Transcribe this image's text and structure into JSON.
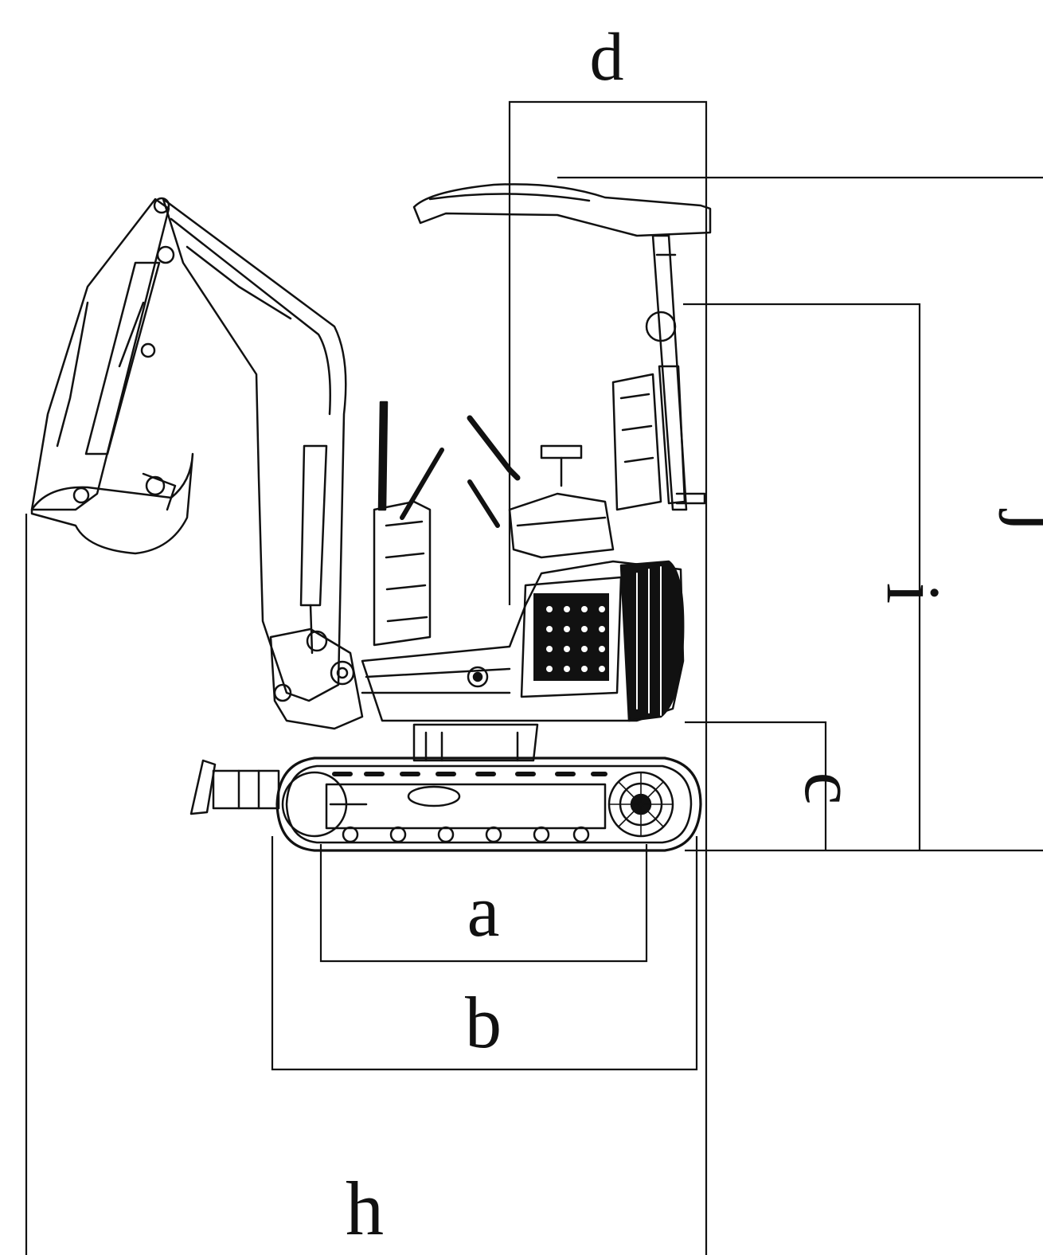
{
  "diagram": {
    "line_color": "#111111",
    "fill_color": "#ffffff",
    "subject_icon": "mini-excavator-side-elevation",
    "labels": {
      "a": "a",
      "b": "b",
      "c": "c",
      "d": "d",
      "h": "h",
      "i": "i",
      "j": "j"
    }
  }
}
